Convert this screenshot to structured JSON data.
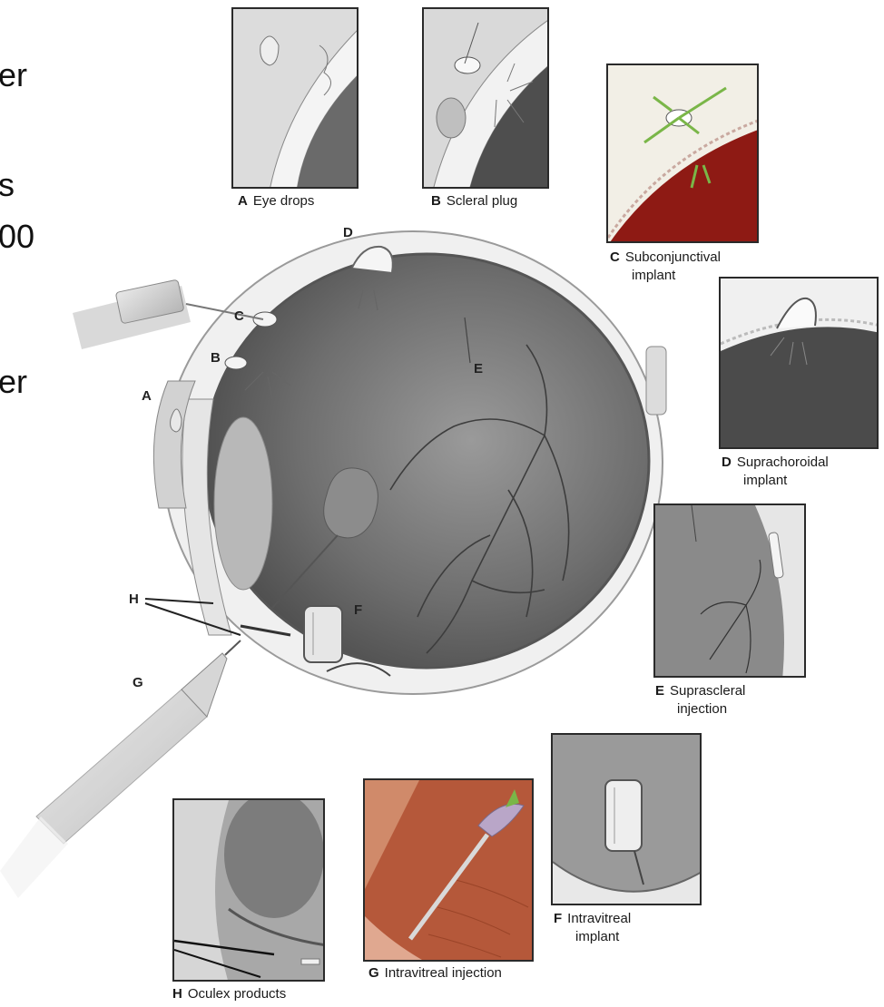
{
  "cutoff_text": [
    "er",
    "s",
    "00",
    "er"
  ],
  "main_labels": {
    "a": "A",
    "b": "B",
    "c": "C",
    "d": "D",
    "e": "E",
    "f": "F",
    "g": "G",
    "h": "H"
  },
  "panels": {
    "a": {
      "letter": "A",
      "caption": "Eye drops"
    },
    "b": {
      "letter": "B",
      "caption": "Scleral plug"
    },
    "c": {
      "letter": "C",
      "caption1": "Subconjunctival",
      "caption2": "implant"
    },
    "d": {
      "letter": "D",
      "caption1": "Suprachoroidal",
      "caption2": "implant"
    },
    "e": {
      "letter": "E",
      "caption1": "Suprascleral",
      "caption2": "injection"
    },
    "f": {
      "letter": "F",
      "caption1": "Intravitreal",
      "caption2": "implant"
    },
    "g": {
      "letter": "G",
      "caption": "Intravitreal injection"
    },
    "h": {
      "letter": "H",
      "caption": "Oculex products"
    }
  },
  "colors": {
    "vitreous_red": "#8e1a14",
    "tissue_red": "#b5583a",
    "arrow_green": "#7ab648",
    "sclera": "#ececec",
    "retina_gray": "#7a7a7a"
  }
}
